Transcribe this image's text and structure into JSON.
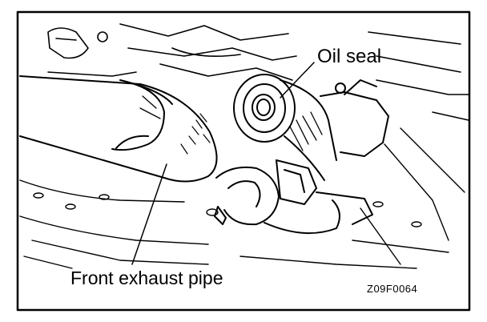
{
  "labels": {
    "oil_seal": "Oil seal",
    "front_exhaust_pipe": "Front exhaust pipe",
    "figure_code": "Z09F0064"
  },
  "colors": {
    "ink": "#000000",
    "paper": "#ffffff"
  }
}
